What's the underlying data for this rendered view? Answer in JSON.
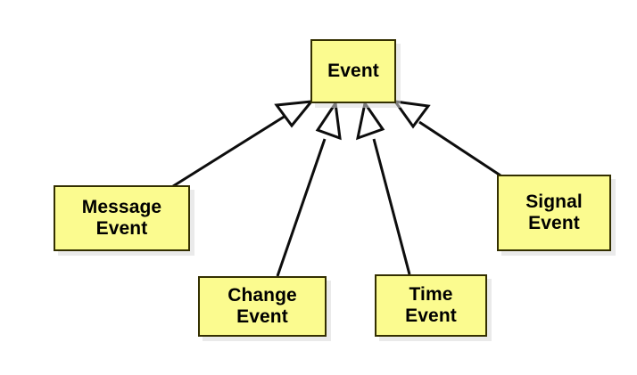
{
  "diagram": {
    "type": "uml-class-diagram",
    "title": "Event generalization hierarchy",
    "background_color": "#ffffff",
    "box_fill_color": "#fbfb8f",
    "box_border_color": "#332f00",
    "line_color": "#0d0d0d",
    "arrowhead_fill_color": "#ffffff",
    "relationship": "generalization",
    "nodes": {
      "event": {
        "label": "Event"
      },
      "message_event": {
        "label": "Message\nEvent"
      },
      "change_event": {
        "label": "Change\nEvent"
      },
      "time_event": {
        "label": "Time\nEvent"
      },
      "signal_event": {
        "label": "Signal\nEvent"
      }
    },
    "edges": [
      {
        "from": "message_event",
        "to": "event",
        "kind": "generalization"
      },
      {
        "from": "change_event",
        "to": "event",
        "kind": "generalization"
      },
      {
        "from": "time_event",
        "to": "event",
        "kind": "generalization"
      },
      {
        "from": "signal_event",
        "to": "event",
        "kind": "generalization"
      }
    ]
  }
}
